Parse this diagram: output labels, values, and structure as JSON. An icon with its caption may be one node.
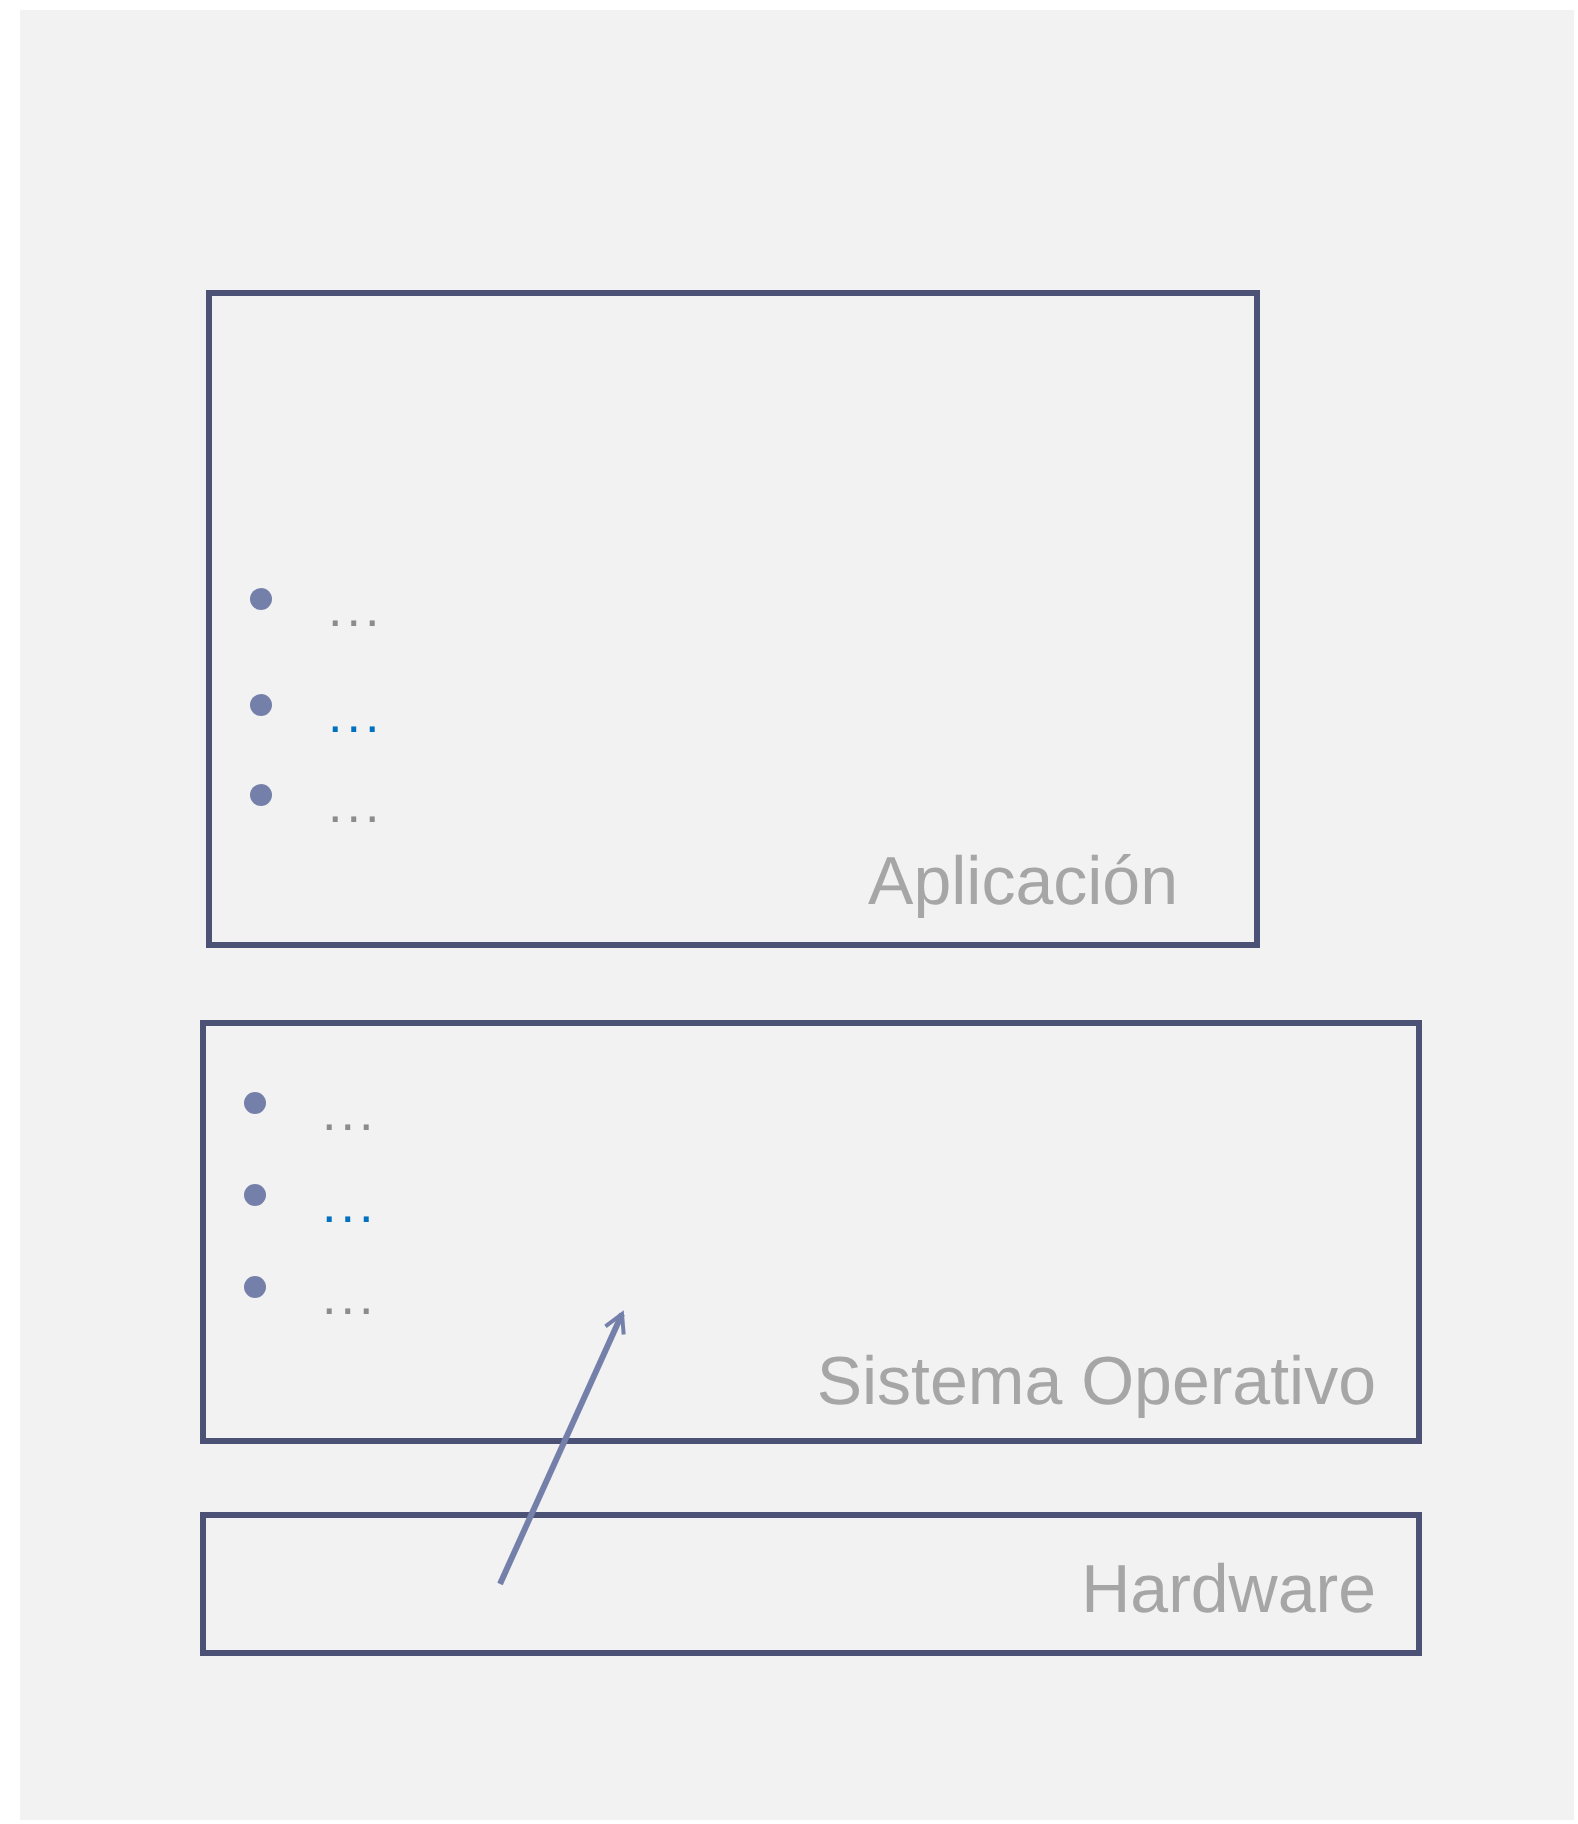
{
  "diagram": {
    "nodes": [
      {
        "text": [
          "...",
          "...",
          "...",
          "Aplicación"
        ]
      },
      {
        "text": [
          "...",
          "...",
          "...",
          "Sistema Operativo"
        ]
      },
      {
        "text": [
          "Hardware"
        ]
      }
    ],
    "edges": [
      {
        "from": 2,
        "to": 1,
        "arrow": "to"
      }
    ]
  }
}
